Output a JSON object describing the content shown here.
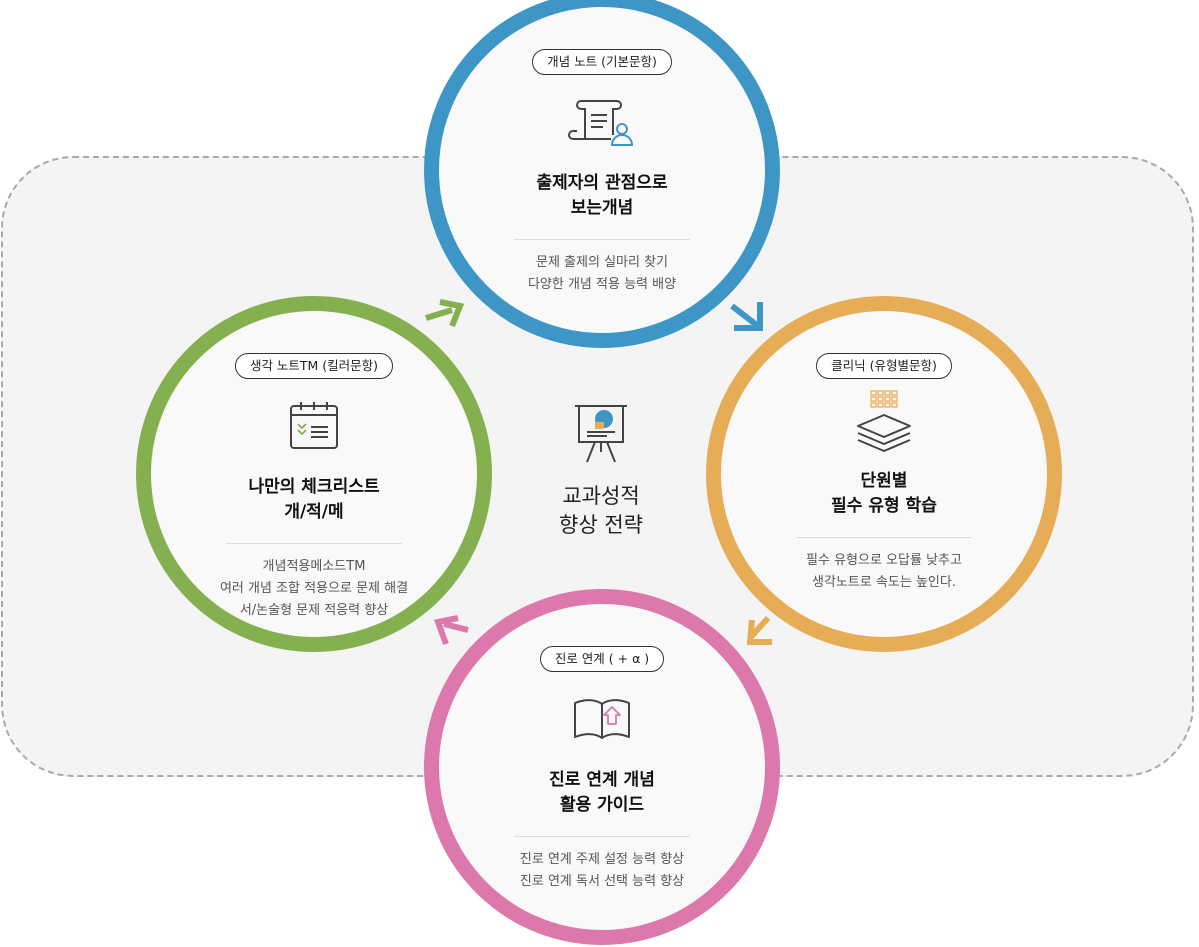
{
  "center": {
    "title_line1": "교과성적",
    "title_line2": "향상 전략",
    "icon": "presentation-board-icon"
  },
  "cards": {
    "top": {
      "tag": "개념 노트 (기본문항)",
      "title_line1": "출제자의 관점으로",
      "title_line2": "보는개념",
      "desc_line1": "문제 출제의 실마리 찾기",
      "desc_line2": "다양한 개념 적용 능력 배양",
      "icon": "document-user-icon",
      "color": "#3d96c6"
    },
    "right": {
      "tag": "클리닉 (유형별문항)",
      "title_line1": "단원별",
      "title_line2": "필수 유형 학습",
      "desc_line1": "필수 유형으로 오답률 낮추고",
      "desc_line2": "생각노트로 속도는 높인다.",
      "icon": "layers-grid-icon",
      "color": "#e7ad56"
    },
    "bottom": {
      "tag": "진로 연계 ( + α )",
      "title_line1": "진로 연계 개념",
      "title_line2": "활용 가이드",
      "desc_line1": "진로 연계 주제 설정 능력 향상",
      "desc_line2": "진로 연계 독서 선택 능력 향상",
      "icon": "open-book-icon",
      "color": "#dc78ab"
    },
    "left": {
      "tag": "생각 노트TM (킬러문항)",
      "title_line1": "나만의 체크리스트",
      "title_line2": "개/적/메",
      "desc_line1": "개념적용메소드TM",
      "desc_line2": "여러 개념 조합 적용으로 문제 해결",
      "desc_line3": "서/논술형 문제 적응력 향상",
      "icon": "calendar-checklist-icon",
      "color": "#85b050"
    }
  }
}
